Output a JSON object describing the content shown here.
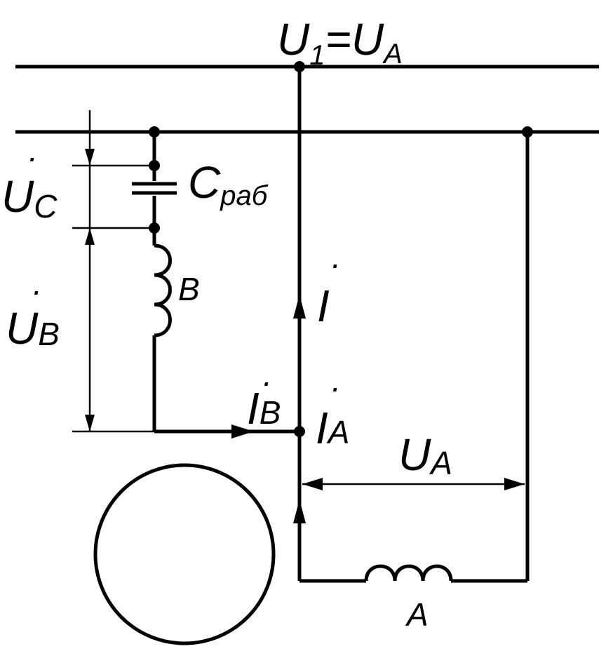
{
  "labels": {
    "supply_voltage": "U",
    "supply_voltage_sub1": "1",
    "supply_voltage_eq": "=",
    "supply_voltage_rhs": "U",
    "supply_voltage_rhs_sub": "A",
    "capacitor_voltage": "U",
    "capacitor_voltage_sub": "C",
    "capacitor": "C",
    "capacitor_sub": "раб",
    "winding_b_voltage": "U",
    "winding_b_voltage_sub": "B",
    "winding_b": "B",
    "total_current": "I",
    "current_b": "I",
    "current_b_sub": "B",
    "current_a": "I",
    "current_a_sub": "A",
    "winding_a_voltage": "U",
    "winding_a_voltage_sub": "A",
    "winding_a": "A"
  },
  "overdot": "·"
}
